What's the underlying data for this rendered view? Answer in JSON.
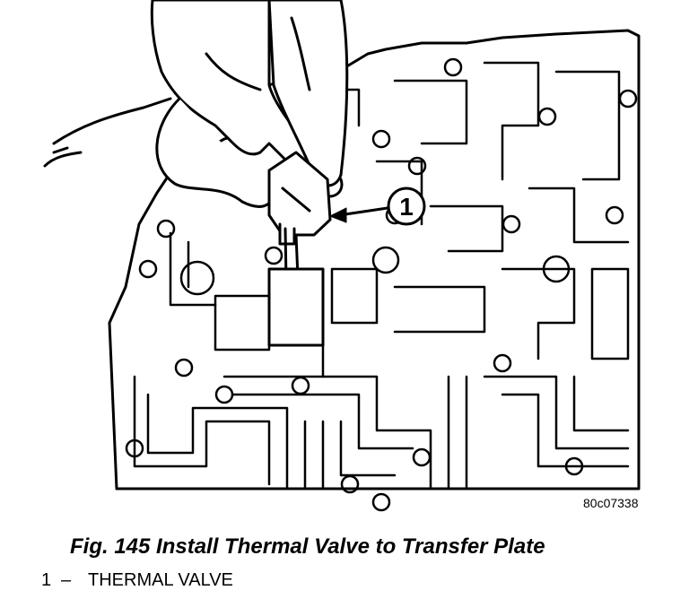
{
  "figure": {
    "callout_number": "1",
    "reference_code": "80c07338",
    "caption": "Fig. 145 Install Thermal Valve to Transfer Plate"
  },
  "legend": [
    {
      "number": "1",
      "separator": "–",
      "label": "THERMAL VALVE"
    }
  ]
}
